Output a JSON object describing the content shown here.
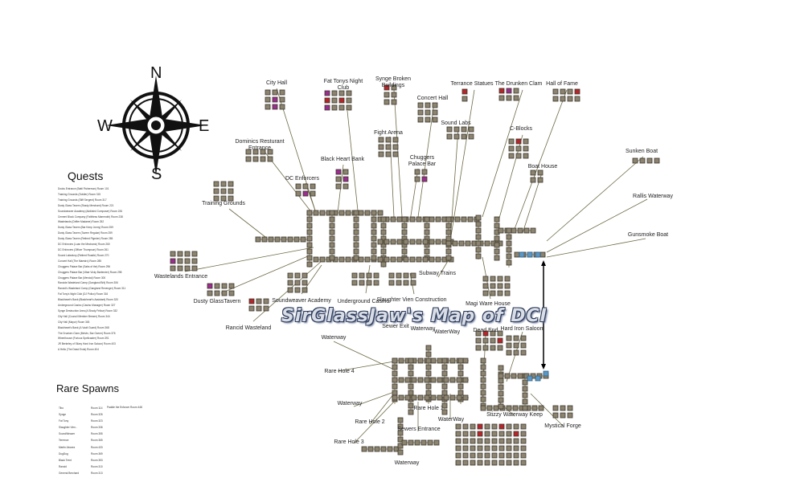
{
  "map_title": "SirGlassJaw's Map of DCI",
  "compass": {
    "n": "N",
    "s": "S",
    "e": "E",
    "w": "W"
  },
  "quests_title": "Quests",
  "quests": [
    "Docks Entrance (Batti Fisherman) Room 101",
    "Training Grounds (Soldier) Room 315",
    "Training Grounds (Stiff Sergent) Room 317",
    "Dusty Glass Tavern (Shady Merchant) Room 221",
    "Soundweaver Academy (Addicted Composer) Room 226",
    "Cement Block Company (Faithless Mammoth) Room 238",
    "Wastelands (Drifter Madame) Room 252",
    "Dusty Glass Tavern (Bar Keep Jonny) Room 259",
    "Dusty Glass Tavern (Tavern Regular) Room 259",
    "Dusty Glass Tavern (Retired Pigeder) Room 265",
    "DC Enforcers (Loan the Mechanic) Room 260",
    "DC Enforcers (Officer Thompson) Room 261",
    "Sound Labratory (Retired Roadie) Room 270",
    "Concert Hall (The Maestro) Room 285",
    "Chuggers Palace Bar (Sabs of the) Room 296",
    "Chuggers Palace Bar (Vitae Vicky Bartender) Room 298",
    "Chuggers Palace Bar (Mercial) Room 300",
    "Rancids Wasteland Camp (Gangland Brit) Room 306",
    "Rancid's Wasteland Camp (Gangland Revenger) Room 311",
    "Fat Tony's Night Club (DJ Pollux) Room 316",
    "Blackheart's Bank (Blackheart's Assistant) Room 320",
    "Underground Casino (Casino Manager) Room 327",
    "Synge Destruction Area (A Shady Fellow) Room 332",
    "City Hall (Council Member Brewer) Room 344",
    "City Hall (Mayor) Room 345",
    "Blackheart's Bank (A Vault Guard) Room 368",
    "The Drunken Clam (Melvin, Bar Owner) Room 376",
    "Wheelhouse (Furious Spellcaster) Room 391",
    "JR Berkeley of Stizzy Hard Iron Saloon) Room 403",
    "A Hello (The Dead Ends) Room 404"
  ],
  "rare_title": "Rare Spawns",
  "rare_spawns": [
    {
      "name": "Tibo",
      "room": "Room 114"
    },
    {
      "name": "Synge",
      "room": "Room 326"
    },
    {
      "name": "Fat Tony",
      "room": "Room 323"
    },
    {
      "name": "Slaughter Vien..",
      "room": "Room 336"
    },
    {
      "name": "SoundWeaver",
      "room": "Room 355"
    },
    {
      "name": "Terrence",
      "room": "Room 365"
    },
    {
      "name": "Martin Alvarez",
      "room": "Room 433"
    },
    {
      "name": "DugDug",
      "room": "Room 369"
    },
    {
      "name": "Black Trent",
      "room": "Room 353"
    },
    {
      "name": "Rancid",
      "room": "Room 310"
    },
    {
      "name": "General Brechard",
      "room": "Room 313"
    }
  ],
  "rare_extra": "Paddie the Enforcer  Room 448",
  "labels": {
    "city_hall": "City Hall",
    "fat_tonys": "Fat Tonys Night Club",
    "synge": "Synge Broken Buildings",
    "terrace": "Terrance Statues",
    "drunken_clam": "The Drunken Clam",
    "hall_of_fame": "Hall of Fame",
    "concert_hall": "Concert Hall",
    "sound_labs": "Sound Labs",
    "c_blocks": "C-Blocks",
    "fight_arena": "Fight Arena",
    "chuggers": "Chuggers Palace Bar",
    "dominics": "Dominics Resturant Entrance",
    "black_heart": "Black Heart Bank",
    "dc_enforcers": "DC Enforcers",
    "training": "Training Grounds",
    "boat_house": "Boat House",
    "sunken_boat": "Sunken Boat",
    "rallis": "Rallis Waterway",
    "gunsmoke": "Gunsmoke Boat",
    "wastelands": "Wastelands Entrance",
    "dusty": "Dusty GlassTavern",
    "soundweaver": "Soundweaver Academy",
    "underground": "Underground Casino",
    "slaughter": "Slaughter Vien Construction",
    "subway": "Subway Trains",
    "magi": "Magi Ware House",
    "rancid": "Rancid Wasteland",
    "sewer_exit": "Sewer Exit",
    "waterway1": "Waterway",
    "waterway2": "WaterWay",
    "waterway3": "Waterway",
    "dead_end": "Dead End",
    "hard_iron": "Hard Iron Saloon",
    "rare_hole_4": "Rare Hole 4",
    "waterway4": "Waterway",
    "rare_hole_1": "Rare Hole 1",
    "rare_hole_2": "Rare Hole 2",
    "rare_hole_3": "Rare Hole 3",
    "sewers_entrance": "Sewers Entrance",
    "waterway5": "WaterWay",
    "stizzy": "Stizzy Waterway Keep",
    "mystical": "Mystical Forge",
    "waterway_east": "Waterway"
  },
  "colors": {
    "room": "#8c8470",
    "room_edge": "#3a352a",
    "path": "#9a9470",
    "leader": "#6e6a45",
    "special": "#9a2d8e",
    "red_room": "#b5262b",
    "water": "#5c97c4"
  }
}
